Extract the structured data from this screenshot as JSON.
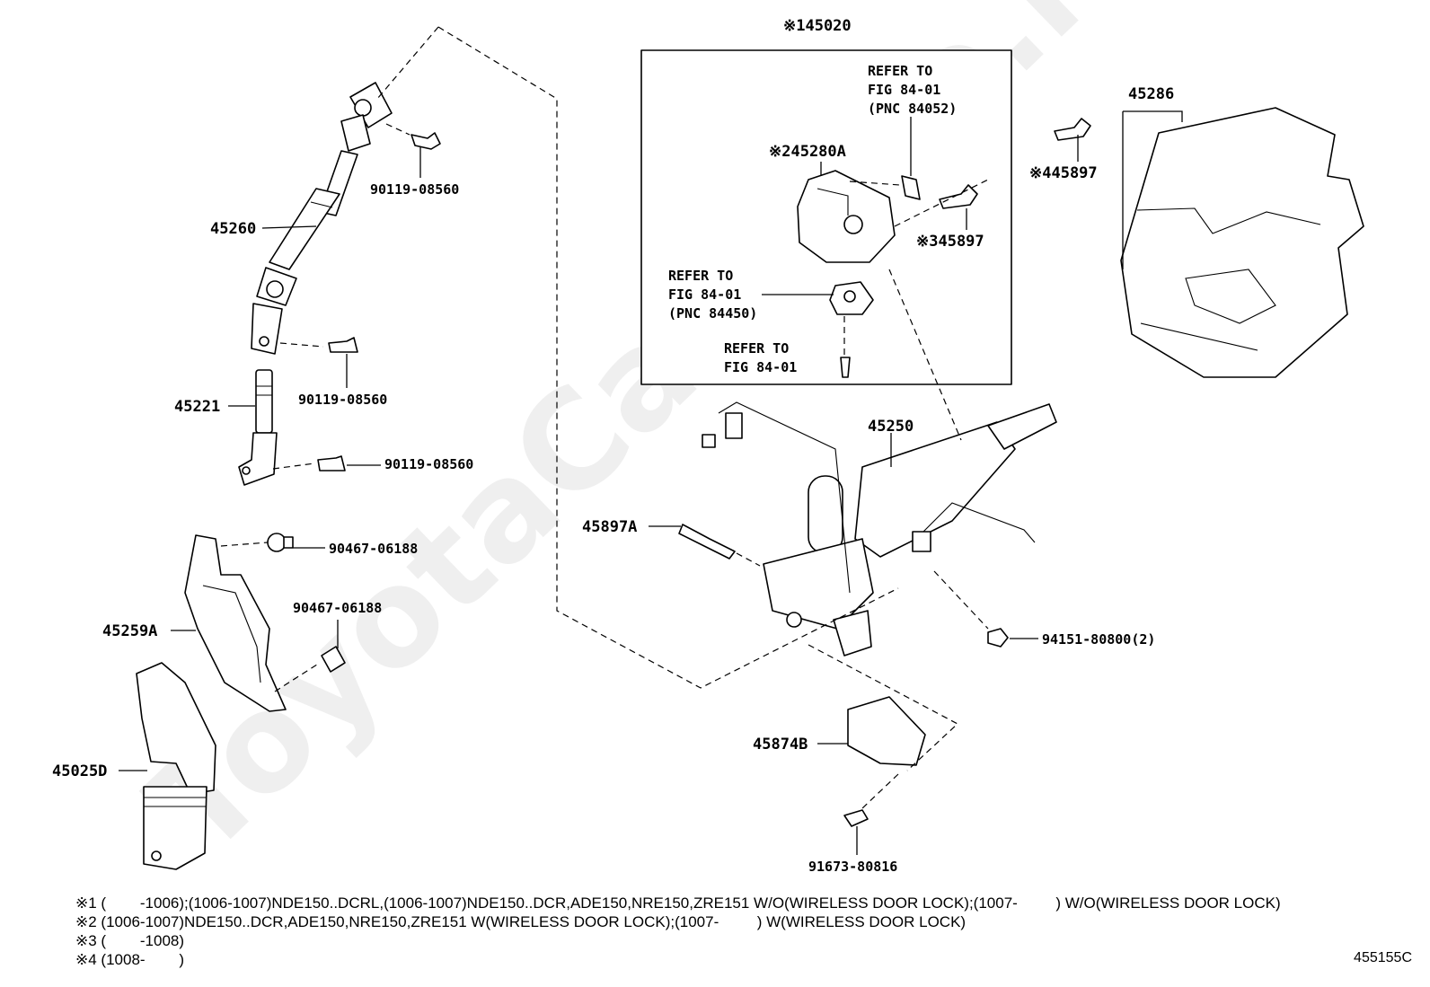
{
  "watermark": "ToyotaCarMine.ru",
  "diagram_code": "455155C",
  "group_label": "※145020",
  "parts": {
    "p45260": "45260",
    "p45221": "45221",
    "bolt_a": "90119-08560",
    "bolt_b": "90119-08560",
    "bolt_c": "90119-08560",
    "clip_a": "90467-06188",
    "clip_b": "90467-06188",
    "p45259A": "45259A",
    "p45025D": "45025D",
    "p245280A": "※245280A",
    "p445897": "※445897",
    "p345897": "※345897",
    "p45286": "45286",
    "p45250": "45250",
    "p45897A": "45897A",
    "p94151": "94151-80800(2)",
    "p45874B": "45874B",
    "p91673": "91673-80816"
  },
  "refs": {
    "ref1": [
      "REFER TO",
      "FIG 84-01",
      "(PNC 84052)"
    ],
    "ref2": [
      "REFER TO",
      "FIG 84-01",
      "(PNC 84450)"
    ],
    "ref3": [
      "REFER TO",
      "FIG 84-01"
    ]
  },
  "notes": [
    "※1 (        -1006);(1006-1007)NDE150..DCRL,(1006-1007)NDE150..DCR,ADE150,NRE150,ZRE151 W/O(WIRELESS DOOR LOCK);(1007-         ) W/O(WIRELESS DOOR LOCK)",
    "※2 (1006-1007)NDE150..DCR,ADE150,NRE150,ZRE151 W(WIRELESS DOOR LOCK);(1007-         ) W(WIRELESS DOOR LOCK)",
    "※3 (        -1008)",
    "※4 (1008-        )"
  ]
}
